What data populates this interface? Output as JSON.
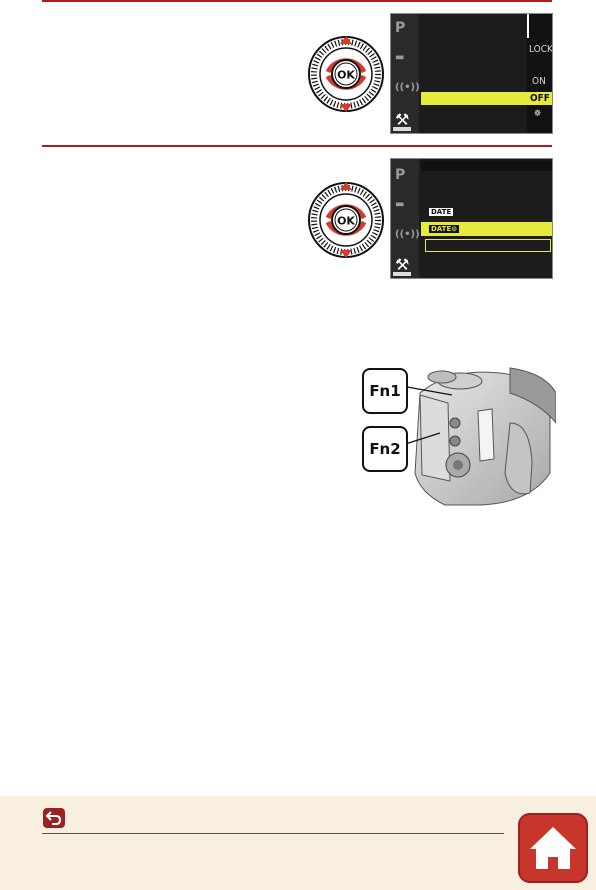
{
  "dial": {
    "center_label": "OK"
  },
  "screen1": {
    "icons": [
      "P",
      "movie-icon",
      "wireless-icon",
      "wrench-icon"
    ],
    "options": [
      "LOCK",
      "ON",
      "OFF"
    ],
    "selected": "OFF"
  },
  "screen2": {
    "icons": [
      "P",
      "movie-icon",
      "wireless-icon",
      "wrench-icon"
    ],
    "options": [
      "DATE",
      "DATE⊙"
    ],
    "selected": "DATE⊙"
  },
  "camera": {
    "button1": "Fn1",
    "button2": "Fn2"
  },
  "colors": {
    "accent": "#b31b1b",
    "highlight": "#e6ea3c",
    "home": "#c8352a",
    "footer_bg": "#f8efe0"
  }
}
